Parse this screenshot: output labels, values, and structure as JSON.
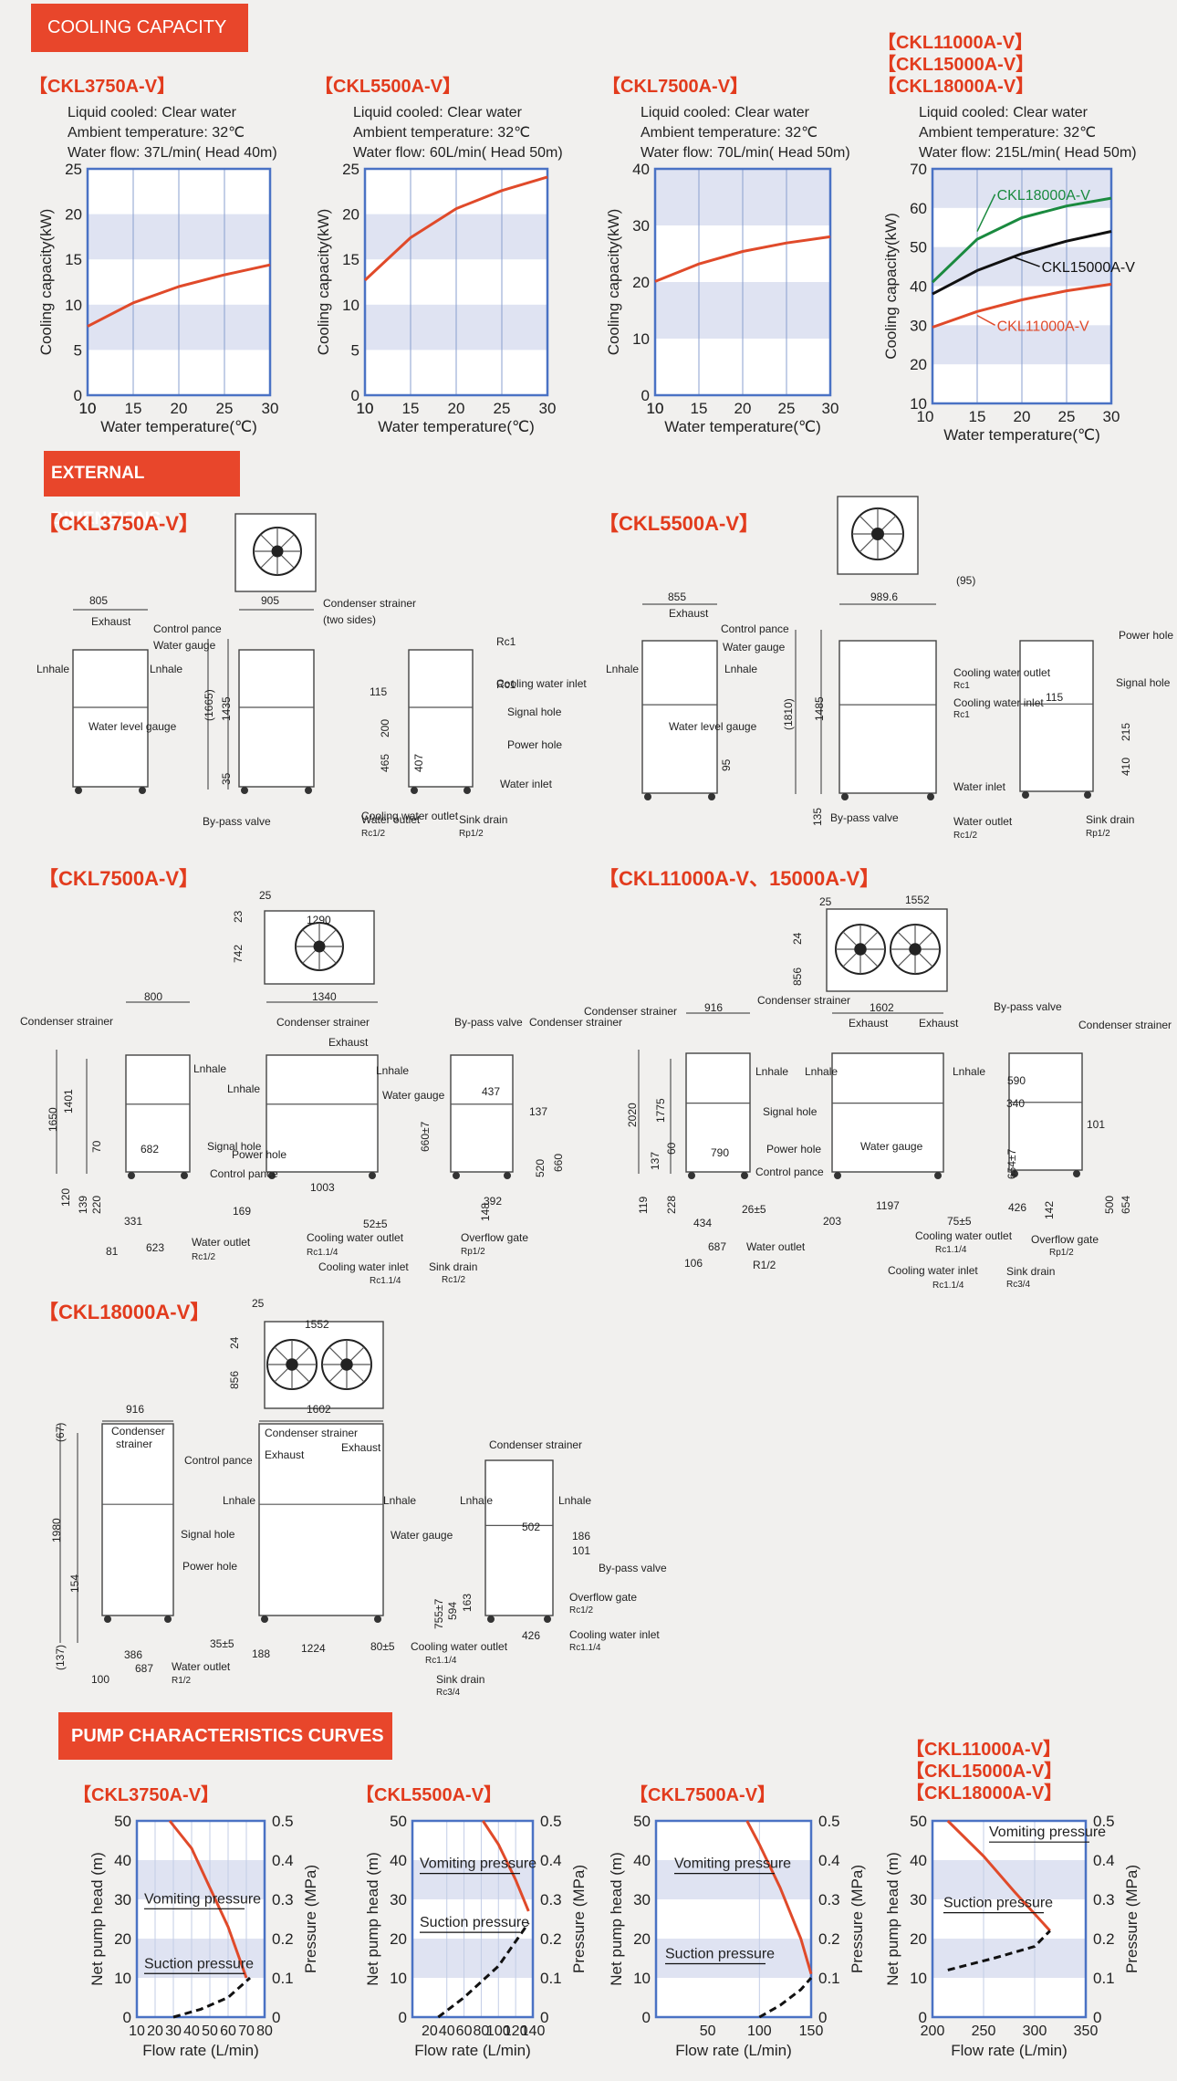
{
  "sections": {
    "cooling": "COOLING CAPACITY",
    "dimensions": "EXTERNAL DIMENSIONS",
    "pump": "PUMP CHARACTERISTICS CURVES"
  },
  "cooling_charts": [
    {
      "title_lines": [
        "【CKL3750A-V】"
      ],
      "conditions": [
        "Liquid cooled: Clear water",
        "Ambient temperature: 32℃",
        "Water flow: 37L/min( Head 40m)"
      ],
      "xlabel": "Water temperature(℃)",
      "ylabel": "Cooling capacity(kW)",
      "xlim": [
        10,
        30
      ],
      "ylim": [
        0,
        25
      ],
      "yticks": [
        0,
        5,
        10,
        15,
        20,
        25
      ],
      "xticks": [
        10,
        15,
        20,
        25,
        30
      ],
      "series": [
        {
          "color": "#e04a2a",
          "label": "",
          "x": [
            10,
            15,
            20,
            25,
            30
          ],
          "y": [
            7.6,
            10.2,
            12.0,
            13.3,
            14.4
          ]
        }
      ]
    },
    {
      "title_lines": [
        "【CKL5500A-V】"
      ],
      "conditions": [
        "Liquid cooled: Clear water",
        "Ambient temperature: 32℃",
        "Water flow: 60L/min( Head 50m)"
      ],
      "xlabel": "Water temperature(℃)",
      "ylabel": "Cooling capacity(kW)",
      "xlim": [
        10,
        30
      ],
      "ylim": [
        0,
        25
      ],
      "yticks": [
        0,
        5,
        10,
        15,
        20,
        25
      ],
      "xticks": [
        10,
        15,
        20,
        25,
        30
      ],
      "series": [
        {
          "color": "#e04a2a",
          "label": "",
          "x": [
            10,
            15,
            20,
            25,
            30
          ],
          "y": [
            12.7,
            17.4,
            20.6,
            22.6,
            24.1
          ]
        }
      ]
    },
    {
      "title_lines": [
        "【CKL7500A-V】"
      ],
      "conditions": [
        "Liquid cooled: Clear water",
        "Ambient temperature: 32℃",
        "Water flow: 70L/min( Head 50m)"
      ],
      "xlabel": "Water temperature(℃)",
      "ylabel": "Cooling capacity(kW)",
      "xlim": [
        10,
        30
      ],
      "ylim": [
        0,
        40
      ],
      "yticks": [
        0,
        10,
        20,
        30,
        40
      ],
      "xticks": [
        10,
        15,
        20,
        25,
        30
      ],
      "series": [
        {
          "color": "#e04a2a",
          "label": "",
          "x": [
            10,
            15,
            20,
            25,
            30
          ],
          "y": [
            20.1,
            23.2,
            25.4,
            26.9,
            28.0
          ]
        }
      ]
    },
    {
      "title_lines": [
        "【CKL11000A-V】",
        "【CKL15000A-V】",
        "【CKL18000A-V】"
      ],
      "conditions": [
        "Liquid cooled: Clear water",
        "Ambient temperature: 32℃",
        "Water flow: 215L/min( Head 50m)"
      ],
      "xlabel": "Water temperature(℃)",
      "ylabel": "Cooling capacity(kW)",
      "xlim": [
        10,
        30
      ],
      "ylim": [
        10,
        70
      ],
      "yticks": [
        10,
        20,
        30,
        40,
        50,
        60,
        70
      ],
      "xticks": [
        15,
        20,
        25,
        30
      ],
      "series": [
        {
          "color": "#1a8a3f",
          "label": "CKL18000A-V",
          "x": [
            10,
            15,
            20,
            25,
            30
          ],
          "y": [
            41,
            52,
            57.5,
            60.5,
            62.5
          ]
        },
        {
          "color": "#111111",
          "label": "CKL15000A-V",
          "x": [
            10,
            15,
            20,
            25,
            30
          ],
          "y": [
            38,
            44,
            48.3,
            51.5,
            54
          ]
        },
        {
          "color": "#e04a2a",
          "label": "CKL11000A-V",
          "x": [
            10,
            15,
            20,
            25,
            30
          ],
          "y": [
            29.5,
            33.5,
            36.5,
            38.8,
            40.5
          ]
        }
      ]
    }
  ],
  "dimension_titles": [
    "【CKL3750A-V】",
    "【CKL5500A-V】",
    "【CKL7500A-V】",
    "【CKL11000A-V、15000A-V】",
    "【CKL18000A-V】"
  ],
  "dim_labels": {
    "a": [
      "805",
      "905",
      "Exhaust",
      "Control pance",
      "Water gauge",
      "Lnhale",
      "Lnhale",
      "Water level gauge",
      "Condenser strainer",
      "(two sides)",
      "(1665)",
      "1435",
      "35",
      "By-pass valve",
      "Cooling water outlet",
      "Rc1",
      "Cooling water inlet",
      "Rc1",
      "Signal hole",
      "Power hole",
      "Water inlet",
      "115",
      "200",
      "465",
      "407",
      "Water outlet",
      "Rc1/2",
      "Sink drain",
      "Rp1/2"
    ],
    "b": [
      "855",
      "989.6",
      "(95)",
      "Exhaust",
      "Control pance",
      "Water gauge",
      "Lnhale",
      "Lnhale",
      "Water level gauge",
      "(1810)",
      "1485",
      "135",
      "95",
      "By-pass valve",
      "Power hole",
      "Signal hole",
      "Cooling water outlet",
      "Rc1",
      "Cooling water inlet",
      "Rc1",
      "115",
      "215",
      "410",
      "Water inlet",
      "Water outlet",
      "Rc1/2",
      "Sink drain",
      "Rp1/2"
    ],
    "c": [
      "25",
      "1290",
      "23",
      "742",
      "800",
      "1340",
      "Condenser strainer",
      "Condenser strainer",
      "Exhaust",
      "By-pass valve",
      "Condenser strainer",
      "Lnhale",
      "Lnhale",
      "Lnhale",
      "Water gauge",
      "437",
      "137",
      "1650",
      "1401",
      "70",
      "682",
      "Signal hole",
      "Power hole",
      "Control pance",
      "120",
      "139",
      "220",
      "331",
      "623",
      "81",
      "169",
      "1003",
      "52±5",
      "660±7",
      "520",
      "660",
      "392",
      "148",
      "Water outlet",
      "Rc1/2",
      "Cooling water outlet",
      "Rc1.1/4",
      "Cooling water inlet",
      "Rc1.1/4",
      "Overflow gate",
      "Rp1/2",
      "Sink drain",
      "Rc1/2"
    ],
    "d": [
      "25",
      "1552",
      "24",
      "856",
      "916",
      "1602",
      "Condenser strainer",
      "Condenser strainer",
      "Exhaust",
      "Exhaust",
      "By-pass valve",
      "Condenser strainer",
      "Lnhale",
      "Lnhale",
      "Lnhale",
      "2020",
      "1775",
      "790",
      "Signal hole",
      "Power hole",
      "Control pance",
      "Water gauge",
      "590",
      "340",
      "101",
      "137",
      "60",
      "119",
      "228",
      "434",
      "687",
      "106",
      "R1/2",
      "26±5",
      "203",
      "1197",
      "75±5",
      "654±7",
      "426",
      "142",
      "500",
      "654",
      "Water outlet",
      "Cooling water outlet",
      "Rc1.1/4",
      "Cooling water inlet",
      "Rc1.1/4",
      "Overflow gate",
      "Rp1/2",
      "Sink drain",
      "Rc3/4"
    ],
    "e": [
      "25",
      "1552",
      "24",
      "856",
      "916",
      "1602",
      "(67)",
      "Condenser",
      "strainer",
      "Condenser strainer",
      "Exhaust",
      "Exhaust",
      "Control pance",
      "Lnhale",
      "Lnhale",
      "Lnhale",
      "Lnhale",
      "Condenser strainer",
      "1980",
      "154",
      "(137)",
      "Signal hole",
      "Power hole",
      "Water gauge",
      "386",
      "687",
      "100",
      "Water outlet",
      "R1/2",
      "35±5",
      "188",
      "1224",
      "80±5",
      "502",
      "186",
      "101",
      "By-pass valve",
      "Overflow gate",
      "Rc1/2",
      "Cooling water inlet",
      "Rc1.1/4",
      "Cooling water outlet",
      "Rc1.1/4",
      "Sink drain",
      "Rc3/4",
      "755±7",
      "594",
      "163",
      "426"
    ]
  },
  "pump_charts": [
    {
      "title_lines": [
        "【CKL3750A-V】"
      ],
      "xlabel": "Flow rate (L/min)",
      "ylabel_left": "Net pump head (m)",
      "ylabel_right": "Pressure (MPa)",
      "xlim": [
        10,
        80
      ],
      "xticks": [
        10,
        20,
        30,
        40,
        50,
        60,
        70,
        80
      ],
      "ylim": [
        0,
        50
      ],
      "yticks": [
        0,
        10,
        20,
        30,
        40,
        50
      ],
      "y2ticks": [
        "0",
        "0.1",
        "0.2",
        "0.3",
        "0.4",
        "0.5"
      ],
      "vomit": {
        "x": [
          28,
          40,
          50,
          60,
          70
        ],
        "y": [
          50,
          43,
          33,
          23,
          10
        ]
      },
      "suction": {
        "x": [
          30,
          45,
          60,
          72
        ],
        "y": [
          0,
          2,
          5,
          10
        ]
      },
      "labels": [
        "Vomiting pressure",
        "Suction pressure"
      ]
    },
    {
      "title_lines": [
        "【CKL5500A-V】"
      ],
      "xlabel": "Flow rate (L/min)",
      "ylabel_left": "Net pump head (m)",
      "ylabel_right": "Pressure (MPa)",
      "xlim": [
        0,
        140
      ],
      "xticks": [
        20,
        40,
        60,
        80,
        100,
        120,
        140
      ],
      "ylim": [
        0,
        50
      ],
      "yticks": [
        0,
        10,
        20,
        30,
        40,
        50
      ],
      "y2ticks": [
        "0",
        "0.1",
        "0.2",
        "0.3",
        "0.4",
        "0.5"
      ],
      "vomit": {
        "x": [
          82,
          100,
          120,
          135
        ],
        "y": [
          50,
          44,
          35,
          27
        ]
      },
      "suction": {
        "x": [
          30,
          60,
          100,
          135
        ],
        "y": [
          0,
          5,
          13,
          24
        ]
      },
      "labels": [
        "Vomiting pressure",
        "Suction pressure"
      ]
    },
    {
      "title_lines": [
        "【CKL7500A-V】"
      ],
      "xlabel": "Flow rate (L/min)",
      "ylabel_left": "Net pump head (m)",
      "ylabel_right": "Pressure (MPa)",
      "xlim": [
        0,
        150
      ],
      "xticks": [
        50,
        100,
        150
      ],
      "ylim": [
        0,
        50
      ],
      "yticks": [
        0,
        10,
        20,
        30,
        40,
        50
      ],
      "y2ticks": [
        "0",
        "0.1",
        "0.2",
        "0.3",
        "0.4",
        "0.5"
      ],
      "vomit": {
        "x": [
          88,
          100,
          120,
          140,
          150
        ],
        "y": [
          50,
          44,
          33,
          20,
          11
        ]
      },
      "suction": {
        "x": [
          100,
          120,
          140,
          150
        ],
        "y": [
          0,
          3,
          7,
          10
        ]
      },
      "labels": [
        "Vomiting pressure",
        "Suction pressure"
      ]
    },
    {
      "title_lines": [
        "【CKL11000A-V】",
        "【CKL15000A-V】",
        "【CKL18000A-V】"
      ],
      "xlabel": "Flow rate (L/min)",
      "ylabel_left": "Net pump head (m)",
      "ylabel_right": "Pressure (MPa)",
      "xlim": [
        200,
        350
      ],
      "xticks": [
        200,
        250,
        300,
        350
      ],
      "ylim": [
        0,
        50
      ],
      "yticks": [
        0,
        10,
        20,
        30,
        40,
        50
      ],
      "y2ticks": [
        "0",
        "0.1",
        "0.2",
        "0.3",
        "0.4",
        "0.5"
      ],
      "vomit": {
        "x": [
          215,
          250,
          280,
          315
        ],
        "y": [
          50,
          41,
          32,
          22
        ]
      },
      "suction": {
        "x": [
          215,
          260,
          300,
          315
        ],
        "y": [
          12,
          15,
          18,
          22
        ]
      },
      "labels": [
        "Vomiting pressure",
        "Suction pressure"
      ]
    }
  ]
}
